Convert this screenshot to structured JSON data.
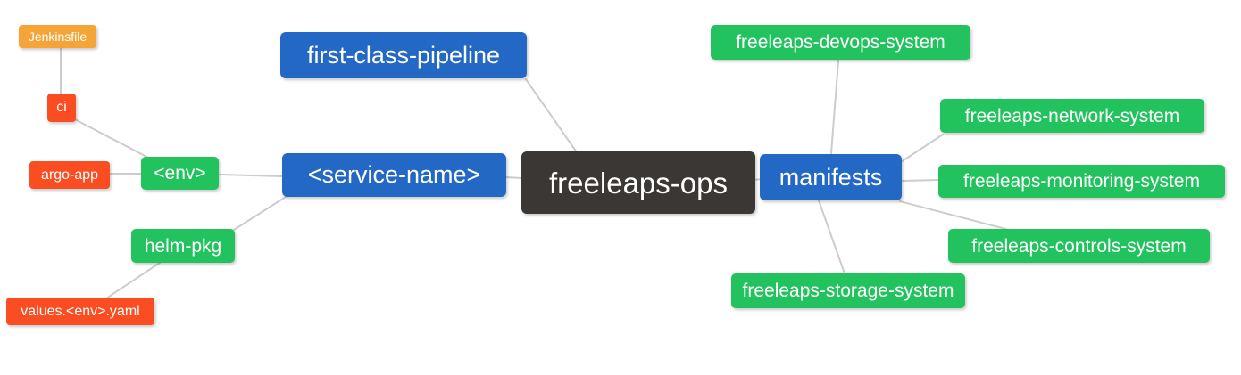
{
  "palette": {
    "root_bg": "#3b3734",
    "level1_bg": "#2268c4",
    "level2_bg": "#22c35e",
    "level3_bg": "#fa4d21",
    "level4_bg": "#f5a437",
    "text": "#ffffff",
    "edge": "#cccccc"
  },
  "mindmap": {
    "root_label": "freeleaps-ops",
    "nodes": [
      {
        "id": "freeleaps-ops",
        "label": "freeleaps-ops",
        "level": "root"
      },
      {
        "id": "first-class-pipeline",
        "label": "first-class-pipeline",
        "level": "level1"
      },
      {
        "id": "service-name",
        "label": "<service-name>",
        "level": "level1"
      },
      {
        "id": "manifests",
        "label": "manifests",
        "level": "level1"
      },
      {
        "id": "env",
        "label": "<env>",
        "level": "level2"
      },
      {
        "id": "helm-pkg",
        "label": "helm-pkg",
        "level": "level2"
      },
      {
        "id": "freeleaps-devops-system",
        "label": "freeleaps-devops-system",
        "level": "level2"
      },
      {
        "id": "freeleaps-network-system",
        "label": "freeleaps-network-system",
        "level": "level2"
      },
      {
        "id": "freeleaps-monitoring-system",
        "label": "freeleaps-monitoring-system",
        "level": "level2"
      },
      {
        "id": "freeleaps-controls-system",
        "label": "freeleaps-controls-system",
        "level": "level2"
      },
      {
        "id": "freeleaps-storage-system",
        "label": "freeleaps-storage-system",
        "level": "level2"
      },
      {
        "id": "ci",
        "label": "ci",
        "level": "level3"
      },
      {
        "id": "argo-app",
        "label": "argo-app",
        "level": "level3"
      },
      {
        "id": "values-env-yaml",
        "label": "values.<env>.yaml",
        "level": "level3"
      },
      {
        "id": "jenkinsfile",
        "label": "Jenkinsfile",
        "level": "level4"
      }
    ],
    "edges": [
      {
        "from": "jenkinsfile",
        "to": "ci"
      },
      {
        "from": "ci",
        "to": "env"
      },
      {
        "from": "argo-app",
        "to": "env"
      },
      {
        "from": "env",
        "to": "service-name"
      },
      {
        "from": "helm-pkg",
        "to": "service-name"
      },
      {
        "from": "values-env-yaml",
        "to": "helm-pkg"
      },
      {
        "from": "service-name",
        "to": "freeleaps-ops"
      },
      {
        "from": "first-class-pipeline",
        "to": "freeleaps-ops"
      },
      {
        "from": "freeleaps-ops",
        "to": "manifests"
      },
      {
        "from": "manifests",
        "to": "freeleaps-devops-system"
      },
      {
        "from": "manifests",
        "to": "freeleaps-network-system"
      },
      {
        "from": "manifests",
        "to": "freeleaps-monitoring-system"
      },
      {
        "from": "manifests",
        "to": "freeleaps-controls-system"
      },
      {
        "from": "manifests",
        "to": "freeleaps-storage-system"
      }
    ]
  }
}
